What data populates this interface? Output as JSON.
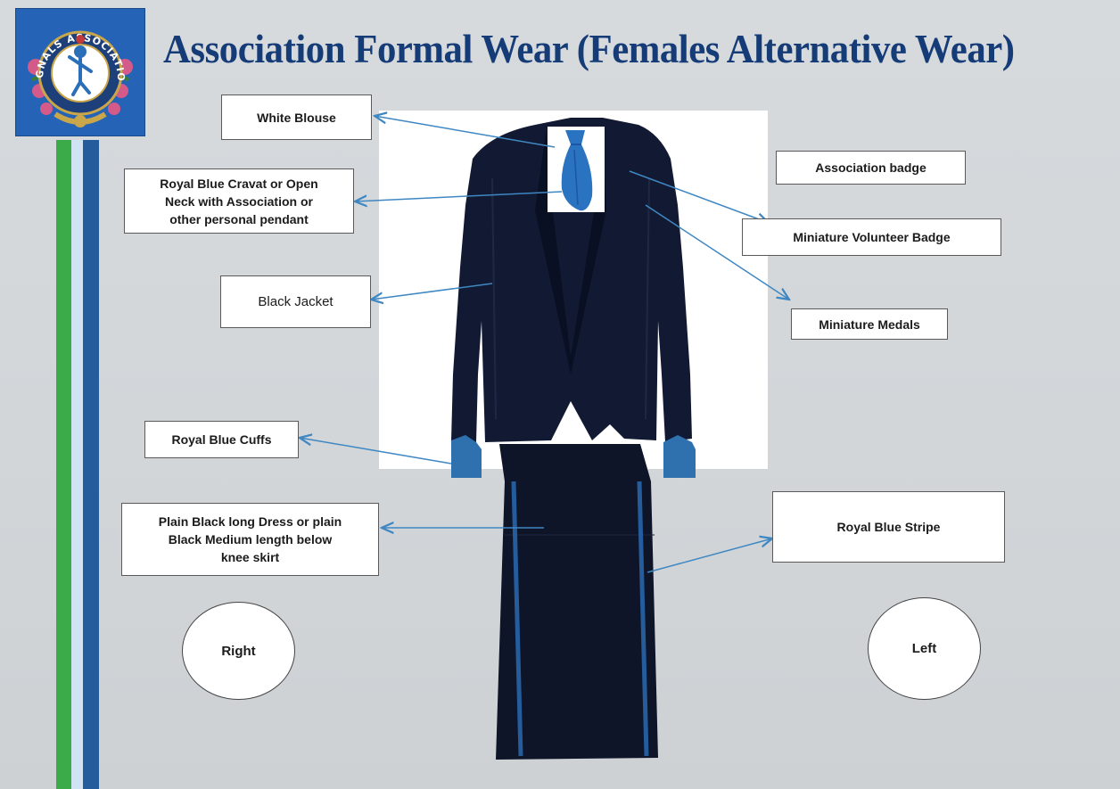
{
  "title": "Association Formal Wear (Females Alternative Wear)",
  "logo": {
    "text": "SIGNALS ASSOCIATION",
    "colors": {
      "background": "#2463b6",
      "ring": "#1d3f7a",
      "text": "#ffffff"
    }
  },
  "stripes": [
    "#3aab48",
    "#cfe3f3",
    "#245c9c"
  ],
  "labels": {
    "white_blouse": "White Blouse",
    "cravat": "Royal Blue Cravat or Open\nNeck  with Association or\nother personal pendant",
    "black_jacket": "Black Jacket",
    "royal_blue_cuffs": "Royal Blue Cuffs",
    "dress_skirt": "Plain Black long Dress or plain\nBlack Medium length below\nknee skirt",
    "association_badge": "Association badge",
    "miniature_volunteer_badge": "Miniature Volunteer Badge",
    "miniature_medals": "Miniature Medals",
    "royal_blue_stripe": "Royal Blue Stripe"
  },
  "sides": {
    "right": "Right",
    "left": "Left"
  },
  "colors": {
    "title": "#163c78",
    "jacket": "#121a33",
    "royal_blue": "#2a73c0",
    "arrow": "#3f87c2"
  }
}
